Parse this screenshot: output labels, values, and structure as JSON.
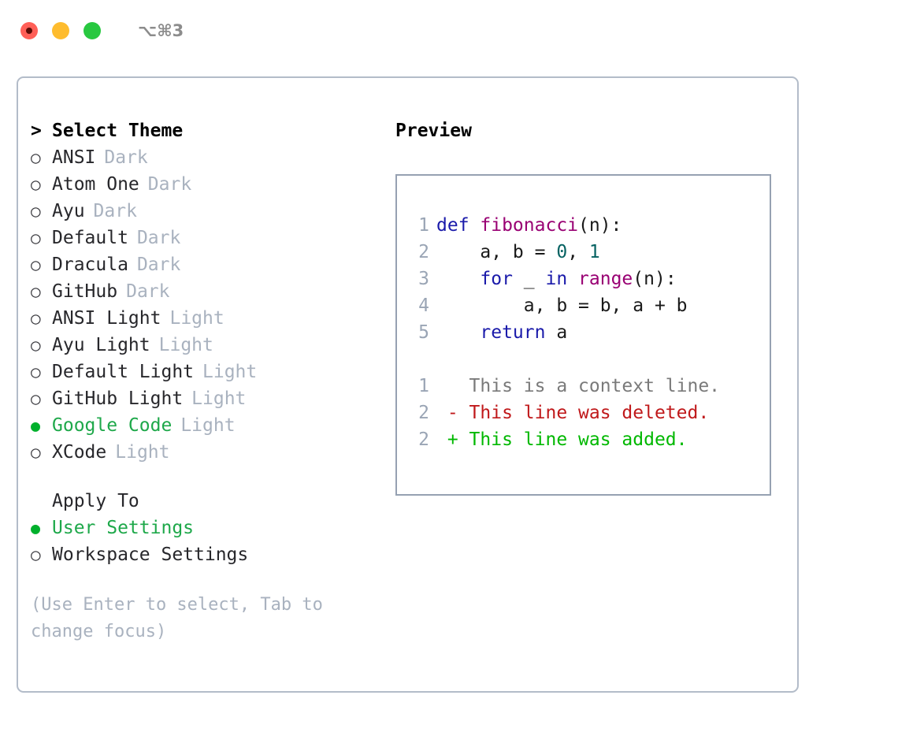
{
  "window": {
    "shortcut": "⌥⌘3",
    "traffic_lights": [
      "close-red",
      "minimize-yellow",
      "maximize-green"
    ]
  },
  "theme_section": {
    "header_marker": ">",
    "header": "Select Theme",
    "items": [
      {
        "marker": "○",
        "name": "ANSI",
        "tag": "Dark",
        "selected": false
      },
      {
        "marker": "○",
        "name": "Atom One",
        "tag": "Dark",
        "selected": false
      },
      {
        "marker": "○",
        "name": "Ayu",
        "tag": "Dark",
        "selected": false
      },
      {
        "marker": "○",
        "name": "Default",
        "tag": "Dark",
        "selected": false
      },
      {
        "marker": "○",
        "name": "Dracula",
        "tag": "Dark",
        "selected": false
      },
      {
        "marker": "○",
        "name": "GitHub",
        "tag": "Dark",
        "selected": false
      },
      {
        "marker": "○",
        "name": "ANSI Light",
        "tag": "Light",
        "selected": false
      },
      {
        "marker": "○",
        "name": "Ayu Light",
        "tag": "Light",
        "selected": false
      },
      {
        "marker": "○",
        "name": "Default Light",
        "tag": "Light",
        "selected": false
      },
      {
        "marker": "○",
        "name": "GitHub Light",
        "tag": "Light",
        "selected": false
      },
      {
        "marker": "●",
        "name": "Google Code",
        "tag": "Light",
        "selected": true
      },
      {
        "marker": "○",
        "name": "XCode",
        "tag": "Light",
        "selected": false
      }
    ]
  },
  "apply_section": {
    "header": "Apply To",
    "items": [
      {
        "marker": "●",
        "name": "User Settings",
        "selected": true
      },
      {
        "marker": "○",
        "name": "Workspace Settings",
        "selected": false
      }
    ]
  },
  "hint": "(Use Enter to select, Tab to change focus)",
  "preview": {
    "title": "Preview",
    "code_lines": [
      {
        "num": "1",
        "tokens": [
          {
            "t": "def ",
            "c": "kw"
          },
          {
            "t": "fibonacci",
            "c": "fn"
          },
          {
            "t": "(n):",
            "c": "plain"
          }
        ]
      },
      {
        "num": "2",
        "tokens": [
          {
            "t": "    a, b = ",
            "c": "plain"
          },
          {
            "t": "0",
            "c": "num"
          },
          {
            "t": ", ",
            "c": "plain"
          },
          {
            "t": "1",
            "c": "num"
          }
        ]
      },
      {
        "num": "3",
        "tokens": [
          {
            "t": "    ",
            "c": "plain"
          },
          {
            "t": "for",
            "c": "kw"
          },
          {
            "t": " _ ",
            "c": "plain"
          },
          {
            "t": "in",
            "c": "kw"
          },
          {
            "t": " ",
            "c": "plain"
          },
          {
            "t": "range",
            "c": "fn"
          },
          {
            "t": "(n):",
            "c": "plain"
          }
        ]
      },
      {
        "num": "4",
        "tokens": [
          {
            "t": "        a, b = b, a + b",
            "c": "plain"
          }
        ]
      },
      {
        "num": "5",
        "tokens": [
          {
            "t": "    ",
            "c": "plain"
          },
          {
            "t": "return",
            "c": "kw"
          },
          {
            "t": " a",
            "c": "plain"
          }
        ]
      }
    ],
    "diff_lines": [
      {
        "num": "1",
        "sign": " ",
        "text": "This is a context line.",
        "kind": "ctx"
      },
      {
        "num": "2",
        "sign": "-",
        "text": "This line was deleted.",
        "kind": "del"
      },
      {
        "num": "2",
        "sign": "+",
        "text": "This line was added.",
        "kind": "add"
      }
    ]
  },
  "colors": {
    "accent_green": "#1ea84a",
    "muted": "#a9b2bf",
    "keyword": "#1a1aaa",
    "function": "#990073",
    "number": "#066262",
    "diff_add": "#00b800",
    "diff_del": "#c0191b",
    "panel_border": "#b3bcc9"
  }
}
